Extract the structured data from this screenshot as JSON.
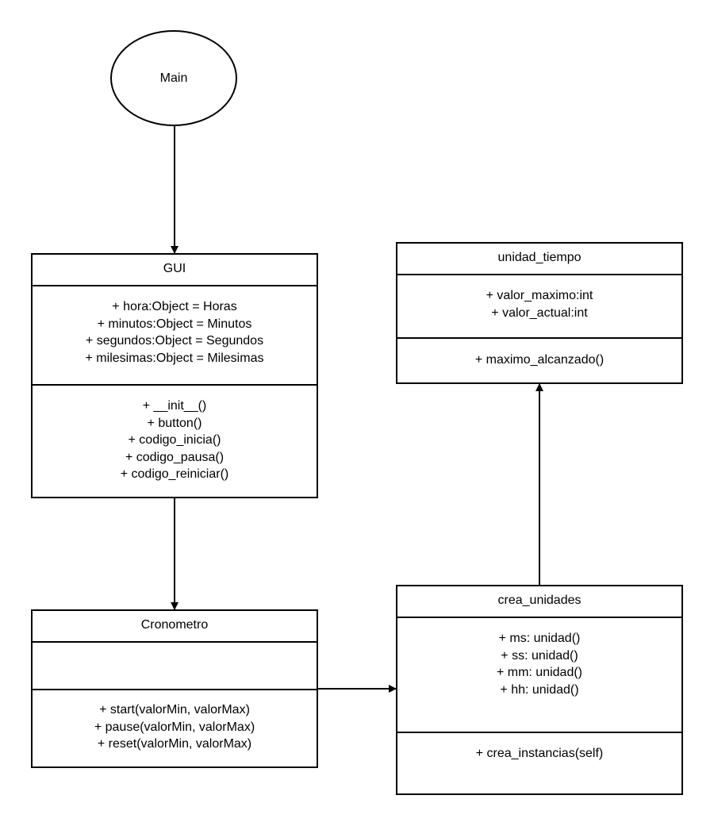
{
  "start_node": {
    "label": "Main"
  },
  "classes": {
    "gui": {
      "name": "GUI",
      "attributes": [
        "+ hora:Object = Horas",
        "+ minutos:Object = Minutos",
        "+ segundos:Object = Segundos",
        "+ milesimas:Object = Milesimas"
      ],
      "methods": [
        "+ __init__()",
        "+ button()",
        "+ codigo_inicia()",
        "+ codigo_pausa()",
        "+ codigo_reiniciar()"
      ]
    },
    "cronometro": {
      "name": "Cronometro",
      "attributes": [],
      "methods": [
        "+ start(valorMin, valorMax)",
        "+ pause(valorMin, valorMax)",
        "+ reset(valorMin, valorMax)"
      ]
    },
    "unidad_tiempo": {
      "name": "unidad_tiempo",
      "attributes": [
        "+ valor_maximo:int",
        "+ valor_actual:int"
      ],
      "methods": [
        "+ maximo_alcanzado()"
      ]
    },
    "crea_unidades": {
      "name": "crea_unidades",
      "attributes": [
        "+ ms: unidad()",
        "+ ss: unidad()",
        "+ mm: unidad()",
        "+ hh: unidad()"
      ],
      "methods": [
        "+ crea_instancias(self)"
      ]
    }
  },
  "connections": [
    {
      "from": "Main",
      "to": "GUI"
    },
    {
      "from": "GUI",
      "to": "Cronometro"
    },
    {
      "from": "Cronometro",
      "to": "crea_unidades"
    },
    {
      "from": "crea_unidades",
      "to": "unidad_tiempo"
    }
  ]
}
